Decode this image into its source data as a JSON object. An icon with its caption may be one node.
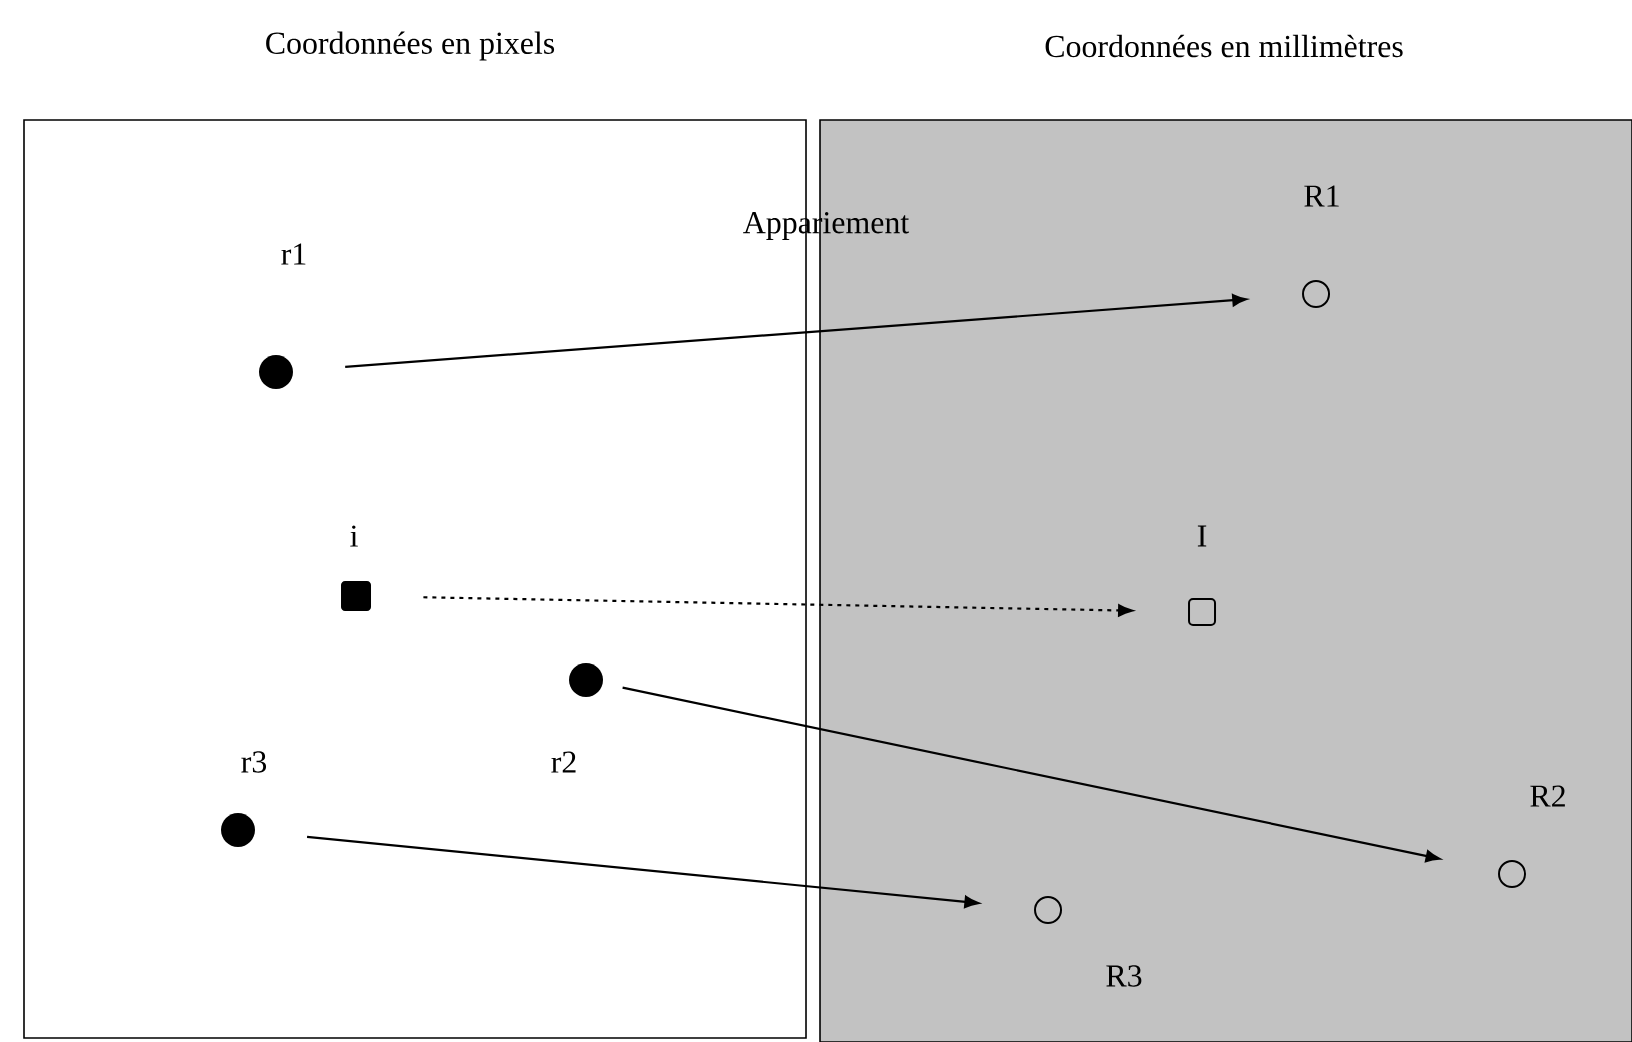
{
  "diagram": {
    "nodes": [
      {
        "text": [
          "Coordonnées en pixels"
        ]
      },
      {
        "text": [
          "Coordonnées en millimètres"
        ]
      },
      {
        "text": [],
        "shape": "circle",
        "beside": [
          "r1"
        ],
        "in": 0
      },
      {
        "text": [],
        "shape": "box",
        "beside": [
          "i"
        ],
        "in": 0
      },
      {
        "text": [],
        "shape": "circle",
        "beside": [
          "r2"
        ],
        "in": 0
      },
      {
        "text": [],
        "shape": "circle",
        "beside": [
          "r3"
        ],
        "in": 0
      },
      {
        "text": [],
        "shape": "circle",
        "beside": [
          "R1"
        ],
        "in": 1
      },
      {
        "text": [],
        "shape": "box",
        "beside": [
          "I"
        ],
        "in": 1
      },
      {
        "text": [],
        "shape": "circle",
        "beside": [
          "R2"
        ],
        "in": 1
      },
      {
        "text": [],
        "shape": "circle",
        "beside": [
          "R3"
        ],
        "in": 1
      }
    ],
    "edges": [
      {
        "from": 2,
        "to": 6,
        "arrow": "to",
        "label": "Appariement"
      },
      {
        "from": 3,
        "to": 7,
        "arrow": "to",
        "style": "dashed"
      },
      {
        "from": 4,
        "to": 8,
        "arrow": "to"
      },
      {
        "from": 5,
        "to": 9,
        "arrow": "to"
      }
    ]
  }
}
